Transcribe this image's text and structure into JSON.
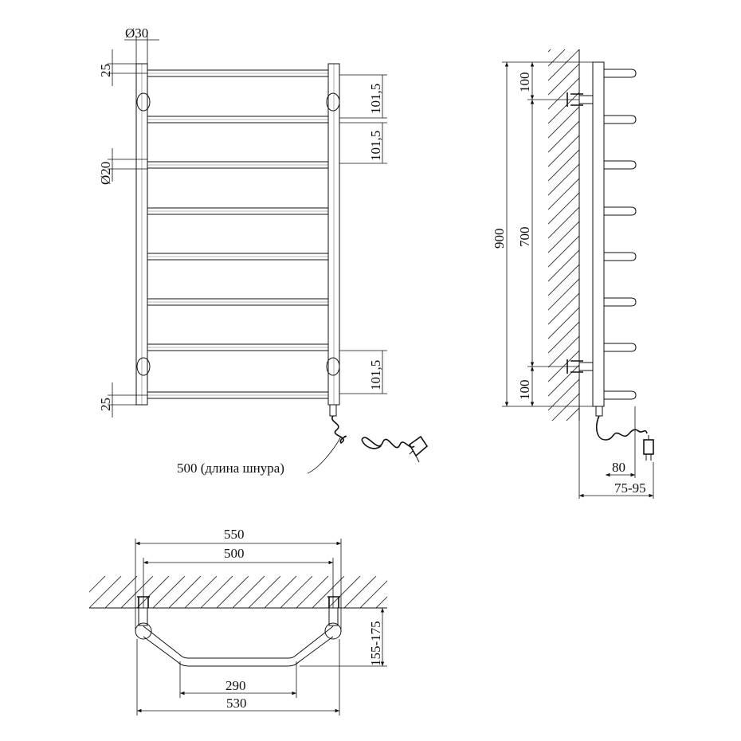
{
  "front_view": {
    "pipe_diameter": "Ø30",
    "bar_diameter": "Ø20",
    "top_offset": "25",
    "bottom_offset": "25",
    "bar_spacing_1": "101,5",
    "bar_spacing_2": "101,5",
    "bar_spacing_3": "101,5",
    "cord_label": "500 (длина шнура)"
  },
  "side_view": {
    "total_height": "900",
    "mount_spacing": "700",
    "top_mount_offset": "100",
    "bottom_mount_offset": "100",
    "plug_offset": "80",
    "wall_distance": "75-95"
  },
  "top_view": {
    "outer_width": "550",
    "mount_width": "500",
    "depth": "155-175",
    "inner_width": "290",
    "pipe_width": "530"
  },
  "colors": {
    "line": "#111111",
    "background": "#ffffff"
  }
}
